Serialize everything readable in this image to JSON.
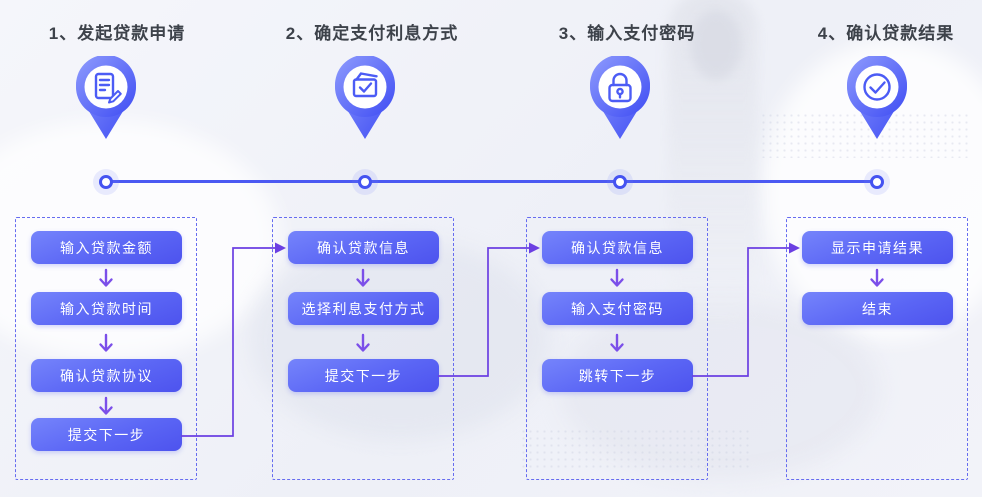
{
  "diagram": {
    "stages": [
      {
        "title": "1、发起贷款申请",
        "icon": "document-edit-icon",
        "steps": [
          "输入贷款金额",
          "输入贷款时间",
          "确认贷款协议",
          "提交下一步"
        ]
      },
      {
        "title": "2、确定支付利息方式",
        "icon": "envelope-check-icon",
        "steps": [
          "确认贷款信息",
          "选择利息支付方式",
          "提交下一步"
        ]
      },
      {
        "title": "3、输入支付密码",
        "icon": "lock-icon",
        "steps": [
          "确认贷款信息",
          "输入支付密码",
          "跳转下一步"
        ]
      },
      {
        "title": "4、确认贷款结果",
        "icon": "check-circle-icon",
        "steps": [
          "显示申请结果",
          "结束"
        ]
      }
    ],
    "colors": {
      "timeline_blue": "#4b59f2",
      "button_gradient_start": "#7584fb",
      "button_gradient_end": "#4d53ee",
      "dashed_border": "#666cf0",
      "connector_purple": "#6b3fe2",
      "pin_gradient_start": "#8e9bfd",
      "pin_gradient_end": "#3e4cf3",
      "header_text": "#3d424a",
      "button_text": "#ffffff"
    }
  }
}
